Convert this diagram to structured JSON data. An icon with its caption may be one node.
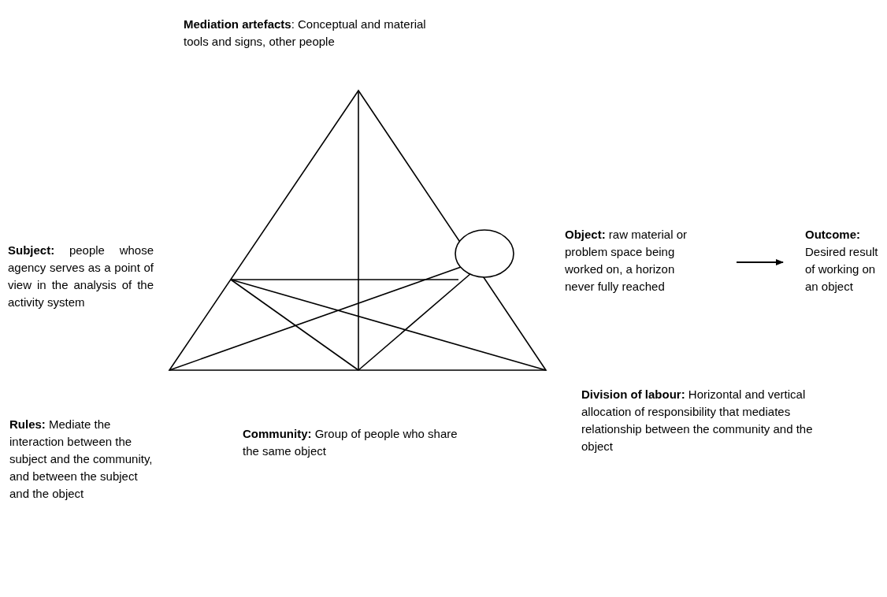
{
  "diagram": {
    "nodes": [
      {
        "text": [
          "**Object:** raw material or problem space being worked on, a horizon never fully reached"
        ]
      },
      {
        "text": [
          "Outcome:",
          "Desired result of working on an object"
        ]
      }
    ],
    "edges": [
      {
        "from": 0,
        "to": 1,
        "arrow": "to"
      }
    ],
    "labels": [
      "**Mediation artefacts**: Conceptual and material tools and signs, other people",
      "**Subject:** people whose agency serves as a point of view in the analysis of the activity system",
      "**Rules:** Mediate the interaction between the subject and the community, and between the subject and the object",
      "**Community:** Group of people who share the same object",
      "**Division of labour:** Horizontal and vertical allocation of responsibility that mediates relationship between the community and the object"
    ]
  }
}
